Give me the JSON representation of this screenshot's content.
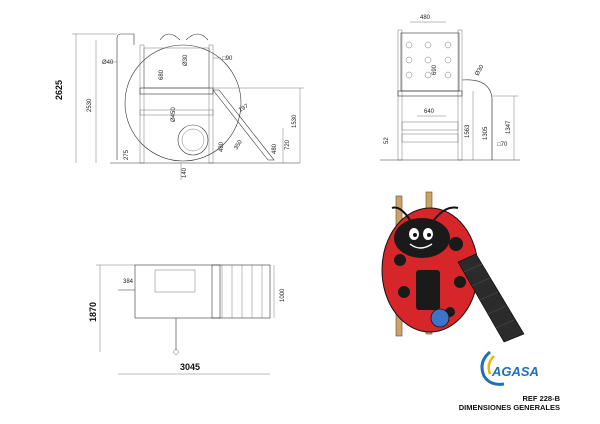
{
  "front_view": {
    "total_height": "2625",
    "height_2530": "2530",
    "d40": "Ø40",
    "d30": "Ø30",
    "h680": "680",
    "sq90": "□90",
    "d450": "Ø450",
    "h197": "197",
    "h1530": "1530",
    "h480a": "480",
    "h480b": "480",
    "h720": "720",
    "h275": "275",
    "h140": "140",
    "h350": "350"
  },
  "side_view": {
    "top_width": "480",
    "d30": "Ø30",
    "h690": "690",
    "w640": "640",
    "h1563": "1563",
    "h1305": "1305",
    "h1347": "1347",
    "h52": "52",
    "sq70": "□70"
  },
  "plan_view": {
    "depth": "1870",
    "width": "3045",
    "w384": "384",
    "h1000": "1000"
  },
  "brand": {
    "name": "AGASA"
  },
  "footer": {
    "reference": "REF 228-B",
    "subtitle": "DIMENSIONES GENERALES"
  },
  "colors": {
    "ladybug_red": "#d7262a",
    "ladybug_black": "#1a1a1a",
    "wood": "#c9a36a",
    "slide": "#2b2b2b",
    "brand_blue": "#1f6fb8",
    "brand_yellow": "#f2b400"
  }
}
